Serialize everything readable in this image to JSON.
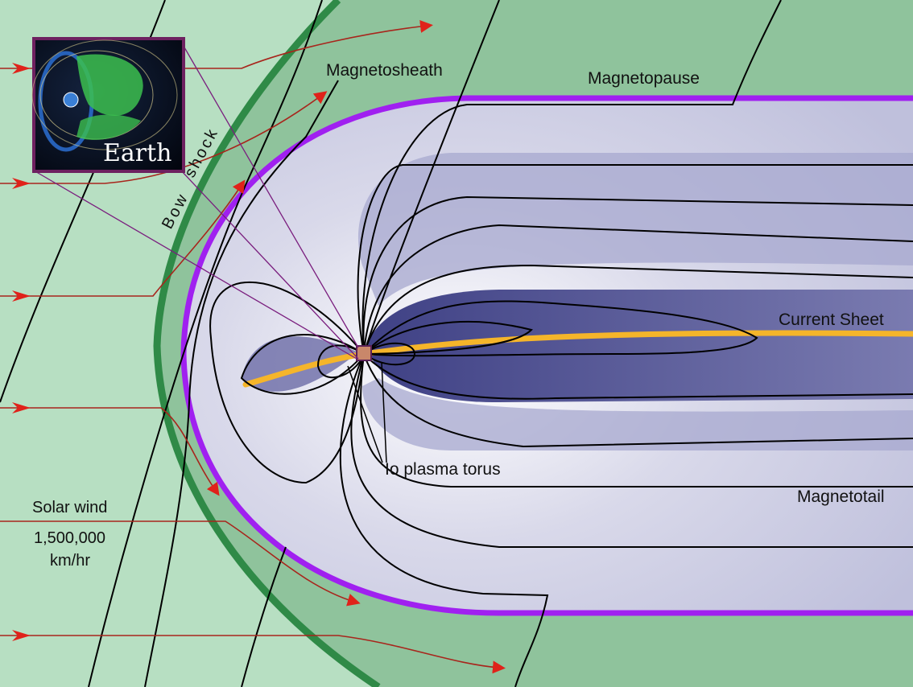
{
  "labels": {
    "magnetosheath": "Magnetosheath",
    "magnetopause": "Magnetopause",
    "bow_shock_word1": "Bow",
    "bow_shock_word2": "shock",
    "current_sheet": "Current Sheet",
    "io_plasma_torus": "Io plasma torus",
    "magnetotail": "Magnetotail",
    "solar_wind": "Solar wind",
    "solar_wind_speed": "1,500,000",
    "solar_wind_unit": "km/hr"
  },
  "inset": {
    "caption": "Earth"
  },
  "colors": {
    "solar_wind_region": "#b7dfc2",
    "magnetosheath_region": "#8fc39c",
    "bow_shock": "#2f8a47",
    "magnetopause": "#a020f0",
    "magnetosphere_light": "#eaeaf4",
    "magnetosphere_dark": "#4d4f8f",
    "current_sheet": "#f5b52a",
    "wind_arrows": "#e0221a",
    "field_lines": "#000000"
  }
}
